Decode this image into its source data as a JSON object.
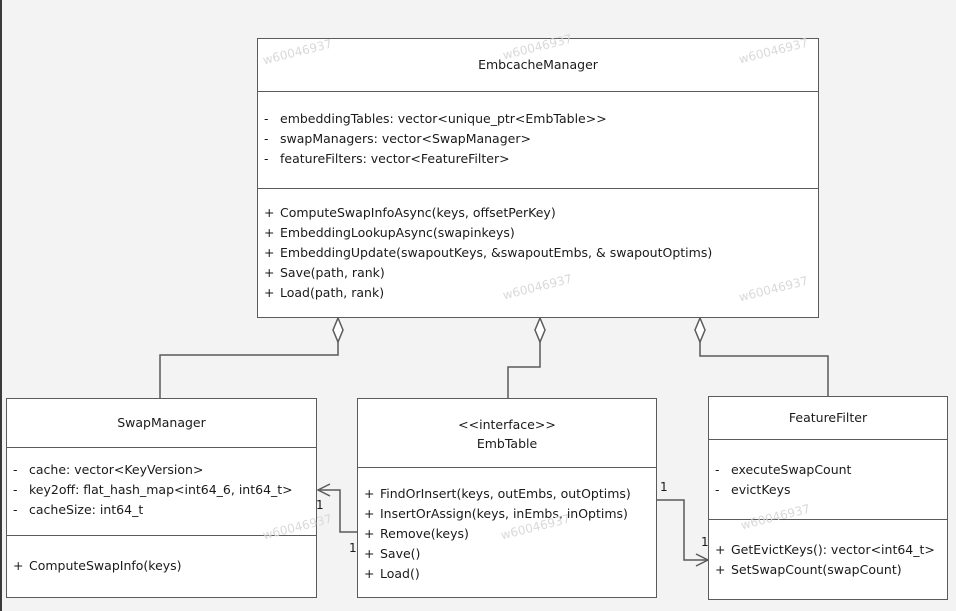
{
  "classes": {
    "embcache_manager": {
      "name": "EmbcacheManager",
      "attributes": [
        {
          "vis": "-",
          "text": "embeddingTables: vector<unique_ptr<EmbTable>>"
        },
        {
          "vis": "-",
          "text": "swapManagers: vector<SwapManager>"
        },
        {
          "vis": "-",
          "text": "featureFilters: vector<FeatureFilter>"
        }
      ],
      "methods": [
        {
          "vis": "+",
          "text": "ComputeSwapInfoAsync(keys, offsetPerKey)"
        },
        {
          "vis": "+",
          "text": "EmbeddingLookupAsync(swapinkeys)"
        },
        {
          "vis": "+",
          "text": "EmbeddingUpdate(swapoutKeys, &swapoutEmbs, & swapoutOptims)"
        },
        {
          "vis": "+",
          "text": "Save(path, rank)"
        },
        {
          "vis": "+",
          "text": "Load(path, rank)"
        }
      ]
    },
    "swap_manager": {
      "name": "SwapManager",
      "attributes": [
        {
          "vis": "-",
          "text": "cache: vector<KeyVersion>"
        },
        {
          "vis": "-",
          "text": "key2off: flat_hash_map<int64_6, int64_t>"
        },
        {
          "vis": "-",
          "text": "cacheSize: int64_t"
        }
      ],
      "methods": [
        {
          "vis": "+",
          "text": "ComputeSwapInfo(keys)"
        }
      ]
    },
    "emb_table": {
      "stereotype": "<<interface>>",
      "name": "EmbTable",
      "methods": [
        {
          "vis": "+",
          "text": "FindOrInsert(keys, outEmbs, outOptims)"
        },
        {
          "vis": "+",
          "text": "InsertOrAssign(keys, inEmbs, inOptims)"
        },
        {
          "vis": "+",
          "text": "Remove(keys)"
        },
        {
          "vis": "+",
          "text": "Save()"
        },
        {
          "vis": "+",
          "text": "Load()"
        }
      ]
    },
    "feature_filter": {
      "name": "FeatureFilter",
      "attributes": [
        {
          "vis": "-",
          "text": "executeSwapCount"
        },
        {
          "vis": "-",
          "text": "evictKeys"
        }
      ],
      "methods": [
        {
          "vis": "+",
          "text": "GetEvictKeys(): vector<int64_t>"
        },
        {
          "vis": "+",
          "text": "SetSwapCount(swapCount)"
        }
      ]
    }
  },
  "multiplicities": {
    "embtable_to_swapmanager_source": "1",
    "embtable_to_swapmanager_target": "1",
    "embtable_to_featurefilter_source": "1",
    "embtable_to_featurefilter_target": "1"
  },
  "watermark": "w60046937",
  "colors": {
    "line": "#5b5b5b",
    "background": "#f3f3f3",
    "box": "#ffffff"
  }
}
